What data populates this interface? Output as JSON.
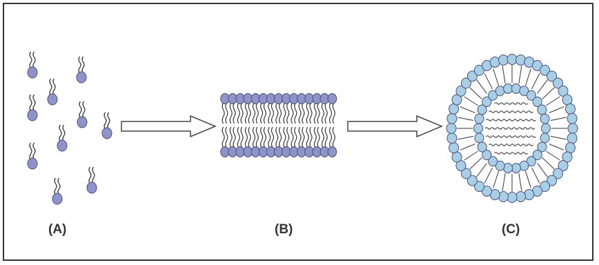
{
  "labels": {
    "a": "(A)",
    "b": "(B)",
    "c": "(C)"
  },
  "colors": {
    "free_lipid_head": "#8e93c9",
    "bilayer_head": "#8e93c9",
    "liposome_head": "#a9cfe6",
    "head_stroke": "#4a4f7a",
    "tail": "#333333",
    "arrow_fill": "#ffffff",
    "arrow_stroke": "#444444",
    "border": "#333333"
  },
  "icons": {
    "free_lipids": "single-phospholipid-icon",
    "bilayer": "lipid-bilayer",
    "liposome": "liposome-vesicle",
    "arrow": "right-arrow-icon"
  }
}
